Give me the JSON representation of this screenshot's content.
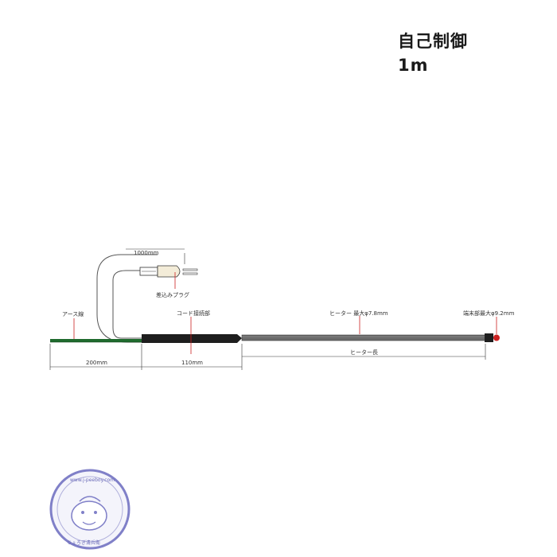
{
  "header": {
    "title": "自己制御",
    "length": "1m"
  },
  "labels": {
    "cord_length": "1000mm",
    "plug": "差込みプラグ",
    "earth_wire": "アース線",
    "cord_joint": "コード接続部",
    "heater": "ヒーター 最大φ7.8mm",
    "end_part": "端末部最大φ9.2mm",
    "heater_length": "ヒーター長",
    "dim_earth": "200mm",
    "dim_joint": "110mm"
  },
  "logo": {
    "text": "ちょろぎ清兵衛",
    "url_text": "www.j-peeboy.com"
  },
  "colors": {
    "earth_wire": "#1f6b2e",
    "heater": "#6b6b6b",
    "joint": "#1e1e1e",
    "cord": "#555555",
    "marker": "#cc2020",
    "seal": "#8080c8"
  }
}
